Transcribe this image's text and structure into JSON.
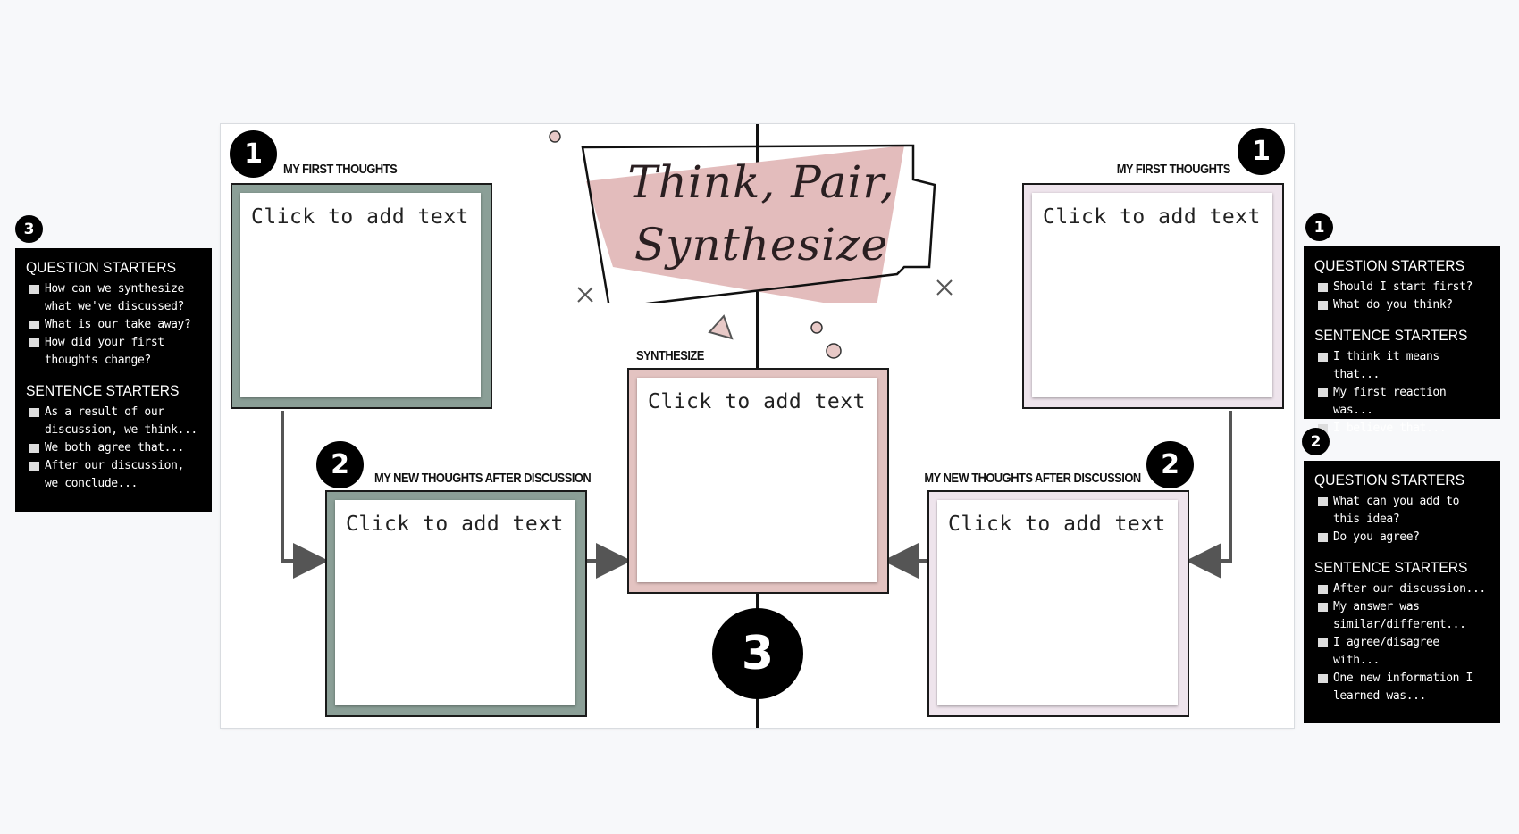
{
  "slide": {
    "title_line1": "Think, Pair,",
    "title_line2": "Synthesize",
    "step_numbers": {
      "one": "1",
      "two": "2",
      "three": "3"
    },
    "labels": {
      "first_thoughts": "MY FIRST THOUGHTS",
      "new_thoughts": "MY NEW THOUGHTS AFTER DISCUSSION",
      "synthesize": "SYNTHESIZE"
    },
    "placeholder": "Click to add text",
    "colors": {
      "green": "#8b9f97",
      "pink": "#e3c3c1",
      "lilac": "#eee4ec",
      "title_bg": "#e3bcbc"
    }
  },
  "left_panel": {
    "number": "3",
    "question_title": "QUESTION STARTERS",
    "questions": [
      "How can we synthesize what we've discussed?",
      "What is our take away?",
      "How did your first thoughts change?"
    ],
    "sentence_title": "SENTENCE STARTERS",
    "sentences": [
      "As a result of our discussion, we think...",
      "We both agree that...",
      "After our discussion, we conclude..."
    ]
  },
  "right_panel_1": {
    "number": "1",
    "question_title": "QUESTION STARTERS",
    "questions": [
      "Should I start first?",
      "What do you think?"
    ],
    "sentence_title": "SENTENCE STARTERS",
    "sentences": [
      "I think it means that...",
      "My first reaction was...",
      "I believe that..."
    ]
  },
  "right_panel_2": {
    "number": "2",
    "question_title": "QUESTION STARTERS",
    "questions": [
      "What can you add to this idea?",
      "Do you agree?"
    ],
    "sentence_title": "SENTENCE STARTERS",
    "sentences": [
      "After our discussion...",
      "My answer was similar/different...",
      "I agree/disagree with...",
      "One new information I learned was..."
    ]
  }
}
